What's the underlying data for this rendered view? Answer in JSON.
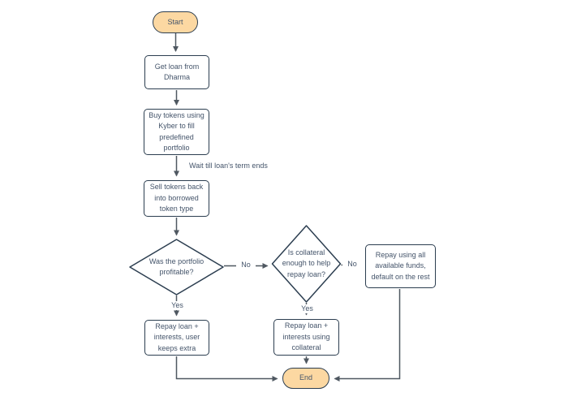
{
  "diagram": {
    "type": "flowchart",
    "topic": "Loan arbitrage flow using Dharma and Kyber",
    "colors": {
      "background": "#ffffff",
      "shape_border": "#2c3e50",
      "terminal_fill": "#fcd8a2",
      "process_fill": "#ffffff",
      "connector_line": "#4f5861",
      "text": "#44546a"
    },
    "nodes": {
      "start": {
        "shape": "terminator",
        "label": "Start"
      },
      "get_loan": {
        "shape": "process",
        "label": "Get loan from Dharma"
      },
      "buy_tokens": {
        "shape": "process",
        "label": "Buy tokens using Kyber to fill predefined portfolio"
      },
      "sell_tokens": {
        "shape": "process",
        "label": "Sell tokens back into borrowed token type"
      },
      "portfolio_decision": {
        "shape": "decision",
        "label": "Was the portfolio profitable?"
      },
      "collateral_decision": {
        "shape": "decision",
        "label": "Is collateral enough to help repay loan?"
      },
      "repay_default": {
        "shape": "process",
        "label": "Repay using all available funds, default on the rest"
      },
      "repay_keep_extra": {
        "shape": "process",
        "label": "Repay loan + interests, user keeps extra"
      },
      "repay_collateral": {
        "shape": "process",
        "label": "Repay loan + interests using collateral"
      },
      "end": {
        "shape": "terminator",
        "label": "End"
      }
    },
    "edge_labels": {
      "wait_term": "Wait till loan's term ends",
      "portfolio_no": "No",
      "collateral_no": "No",
      "portfolio_yes": "Yes",
      "collateral_yes": "Yes"
    }
  }
}
